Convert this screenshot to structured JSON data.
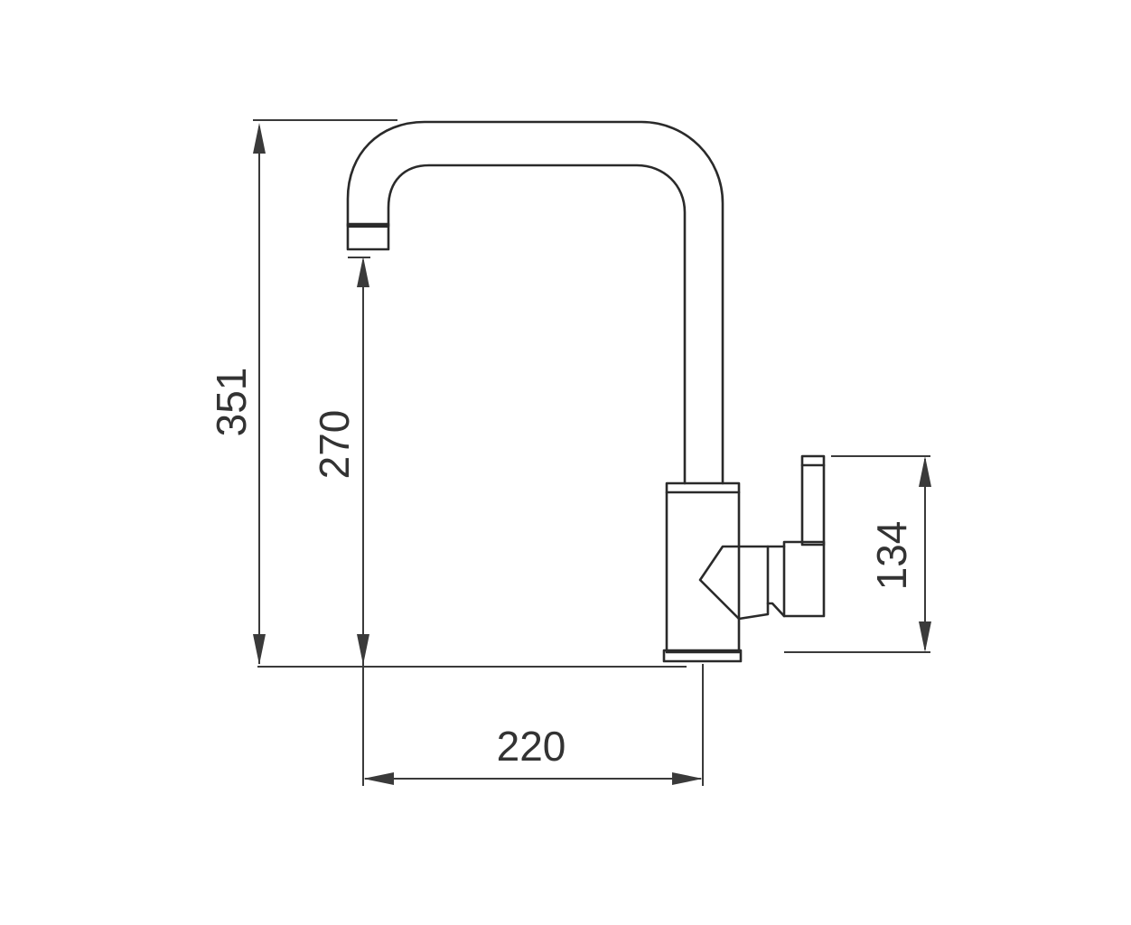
{
  "dimensions": {
    "total_height": "351",
    "spout_height": "270",
    "reach": "220",
    "lever_height": "134"
  }
}
